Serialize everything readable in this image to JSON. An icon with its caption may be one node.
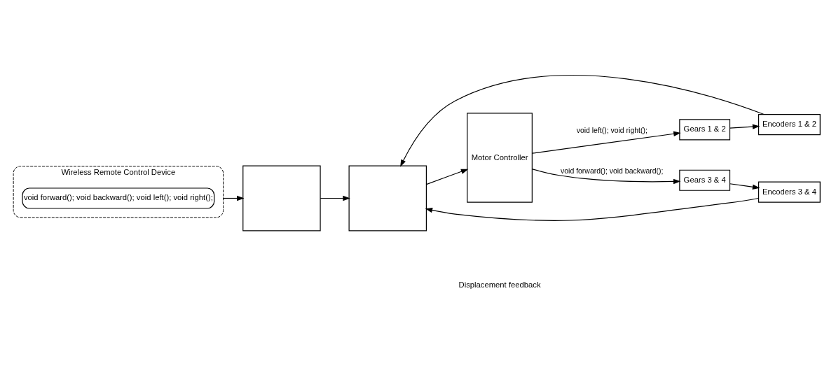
{
  "diagram": {
    "nodes": [
      {
        "text": [
          "Wireless Remote Control Device"
        ]
      },
      {
        "text": [
          "void forward(); void backward(); void left(); void right();"
        ],
        "in": 0
      },
      {
        "text": [
          "Motor Controller"
        ]
      },
      {
        "text": [
          "Gears 1 & 2"
        ]
      },
      {
        "text": [
          "Encoders 1 & 2"
        ]
      },
      {
        "text": [
          "Gears 3 & 4"
        ]
      },
      {
        "text": [
          "Encoders 3 & 4"
        ]
      },
      {
        "text": [],
        "shape": "box"
      },
      {
        "text": [],
        "shape": "box"
      }
    ],
    "edges": [
      {
        "from": 0,
        "to": 7,
        "arrow": "to"
      },
      {
        "from": 7,
        "to": 8,
        "arrow": "to"
      },
      {
        "from": 8,
        "to": 2,
        "arrow": "to"
      },
      {
        "from": 2,
        "to": 3,
        "arrow": "to",
        "label": "void left(); void right();"
      },
      {
        "from": 2,
        "to": 5,
        "arrow": "to",
        "label": "void forward(); void backward();"
      },
      {
        "from": 3,
        "to": 4,
        "arrow": "to"
      },
      {
        "from": 5,
        "to": 6,
        "arrow": "to"
      },
      {
        "from": 6,
        "to": 8,
        "arrow": "to"
      },
      {
        "from": 4,
        "to": 8,
        "arrow": "to"
      }
    ],
    "labels": [
      "Displacement feedback"
    ]
  }
}
